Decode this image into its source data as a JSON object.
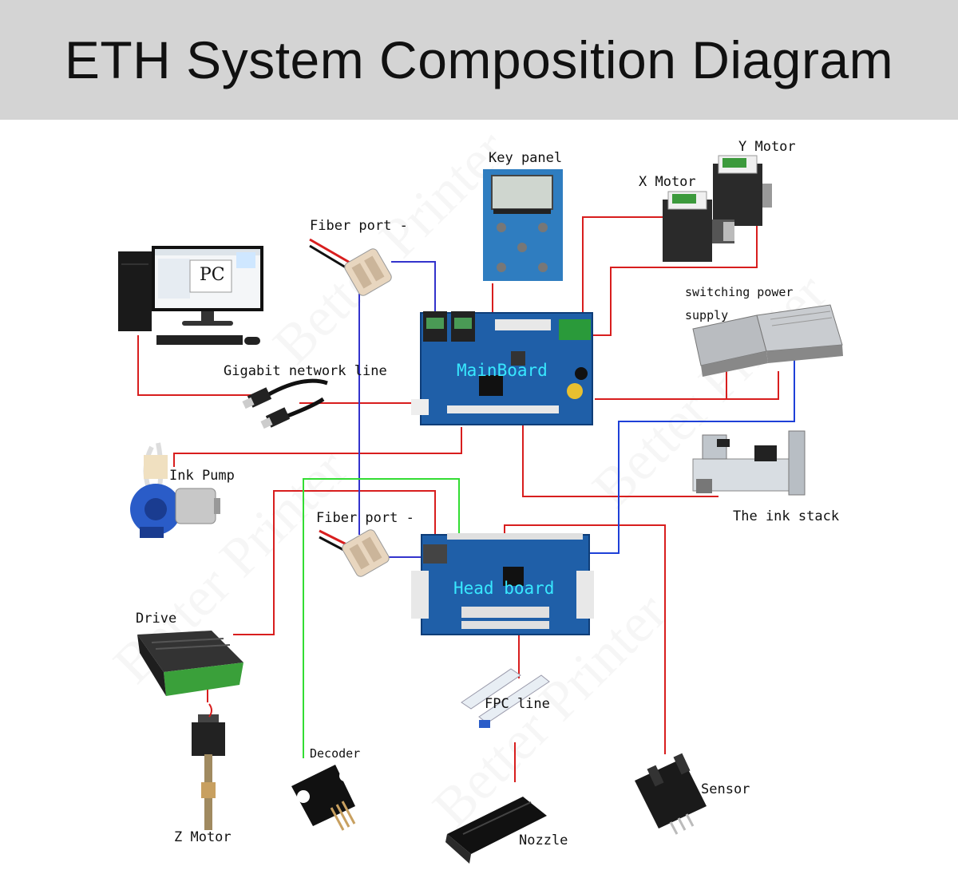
{
  "title": "ETH System Composition Diagram",
  "labels": {
    "key_panel": "Key panel",
    "y_motor": "Y Motor",
    "x_motor": "X Motor",
    "fiber_port_top": "Fiber port -",
    "pc": "PC",
    "switching_power_1": "switching power",
    "switching_power_2": "supply",
    "gigabit": "Gigabit network line",
    "mainboard": "MainBoard",
    "ink_pump": "Ink Pump",
    "ink_stack": "The ink stack",
    "fiber_port_bottom": "Fiber port -",
    "head_board": "Head board",
    "drive": "Drive",
    "fpc": "FPC line",
    "decoder": "Decoder",
    "sensor": "Sensor",
    "z_motor": "Z Motor",
    "nozzle": "Nozzle"
  },
  "watermark": "Better Printer",
  "colors": {
    "power_line": "#d81e1e",
    "fiber_line": "#3333cc",
    "network_line": "#1e40d8",
    "encoder_line": "#33dd33",
    "board_blue": "#1f5fa8",
    "board_label": "#38e8ff"
  },
  "icons": [
    "pc-icon",
    "fiber-connector-icon",
    "key-panel-icon",
    "motor-icon",
    "power-supply-icon",
    "ethernet-cable-icon",
    "mainboard-icon",
    "ink-pump-icon",
    "ink-stack-icon",
    "head-board-icon",
    "drive-icon",
    "z-motor-icon",
    "fpc-cable-icon",
    "decoder-icon",
    "nozzle-icon",
    "sensor-icon"
  ]
}
